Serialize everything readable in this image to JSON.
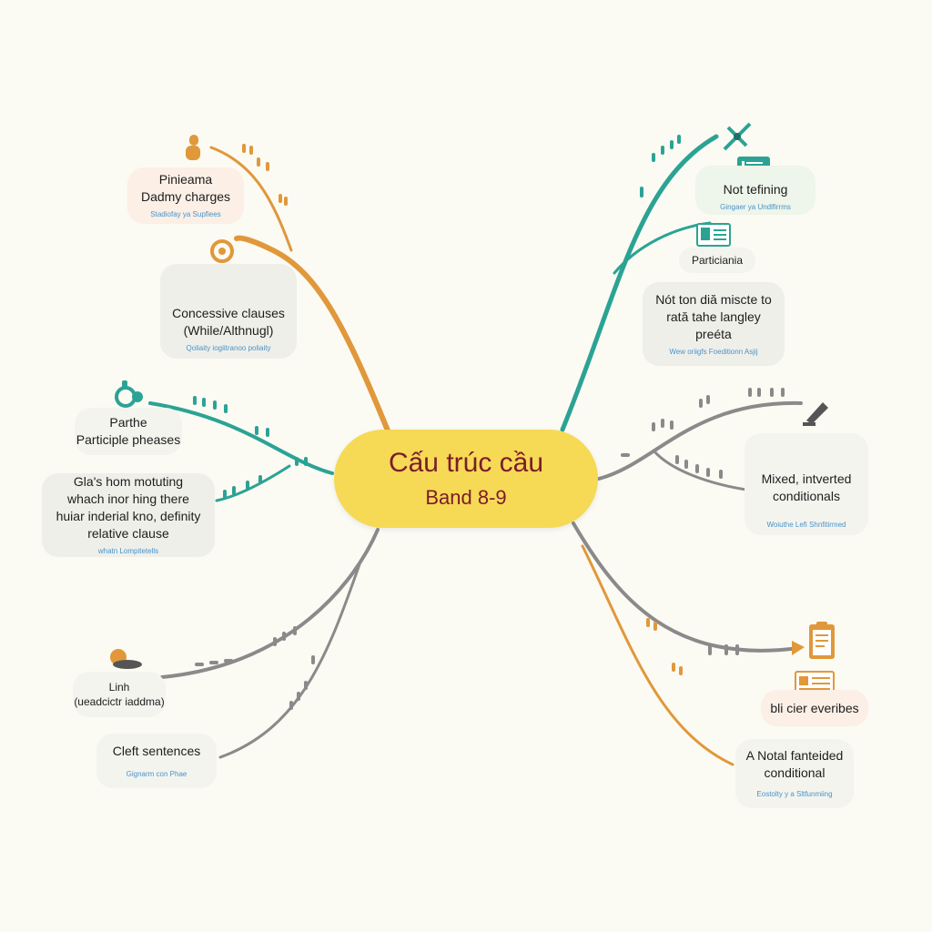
{
  "center": {
    "line1": "Cấu trúc cầu",
    "line2": "Band 8-9"
  },
  "colors": {
    "orange": "#e0983a",
    "teal": "#2ba394",
    "grey": "#8a8a8a",
    "center": "#f6d955",
    "center_text": "#7a1c2a"
  },
  "nodes": [
    {
      "id": "pinieama",
      "label": "Pinieama\nDadmy charges",
      "sub": "Stadiofay ya Supfiees",
      "icon": "hand-icon"
    },
    {
      "id": "concessive",
      "label": "Concessive clauses\n(While/Althnugl)",
      "sub": "Qoliaity iogiitranoo poliaity",
      "icon": "temple-icon"
    },
    {
      "id": "participle",
      "label": "Parthe\nParticiple pheases",
      "sub": "",
      "icon": "gear-icon"
    },
    {
      "id": "relative",
      "label": "Gla's hom motuting\nwhach inor hing there\nhuiar inderial kno, definity\nrelative clause",
      "sub": "whatn Lompitetells",
      "icon": ""
    },
    {
      "id": "linh",
      "label": "Linh\n(ueadcictr iaddma)",
      "sub": "",
      "icon": "snail-icon"
    },
    {
      "id": "cleft",
      "label": "Cleft sentences",
      "sub": "Gignarm con Phae",
      "icon": ""
    },
    {
      "id": "notdefining",
      "label": "Not tefining",
      "sub": "Gingaer ya Undlfirrms",
      "icon": "chat-icon"
    },
    {
      "id": "particiania",
      "label": "Particiania",
      "sub": "",
      "icon": "music-sheet-icon"
    },
    {
      "id": "notton",
      "label": "Nót ton diă miscte to\nrată tahe langley\npreéta",
      "sub": "Wew oriigfs Foeditionn Asjij",
      "icon": ""
    },
    {
      "id": "mixed",
      "label": "Mixed, intverted\nconditionals",
      "sub": "Woiuthe Lefi Shnfitirmed",
      "icon": "document-icon"
    },
    {
      "id": "blicier",
      "label": "bli cier everibes",
      "sub": "",
      "icon": "clipboard-icon"
    },
    {
      "id": "anotal",
      "label": "A Notal fanteided\nconditional",
      "sub": "Eostolty y a Sltfunmiing",
      "icon": ""
    }
  ],
  "decor": {
    "dashes_a": "ıı ıı",
    "dashes_b": "ııı ı",
    "dashes_c": "ıı ııı"
  }
}
